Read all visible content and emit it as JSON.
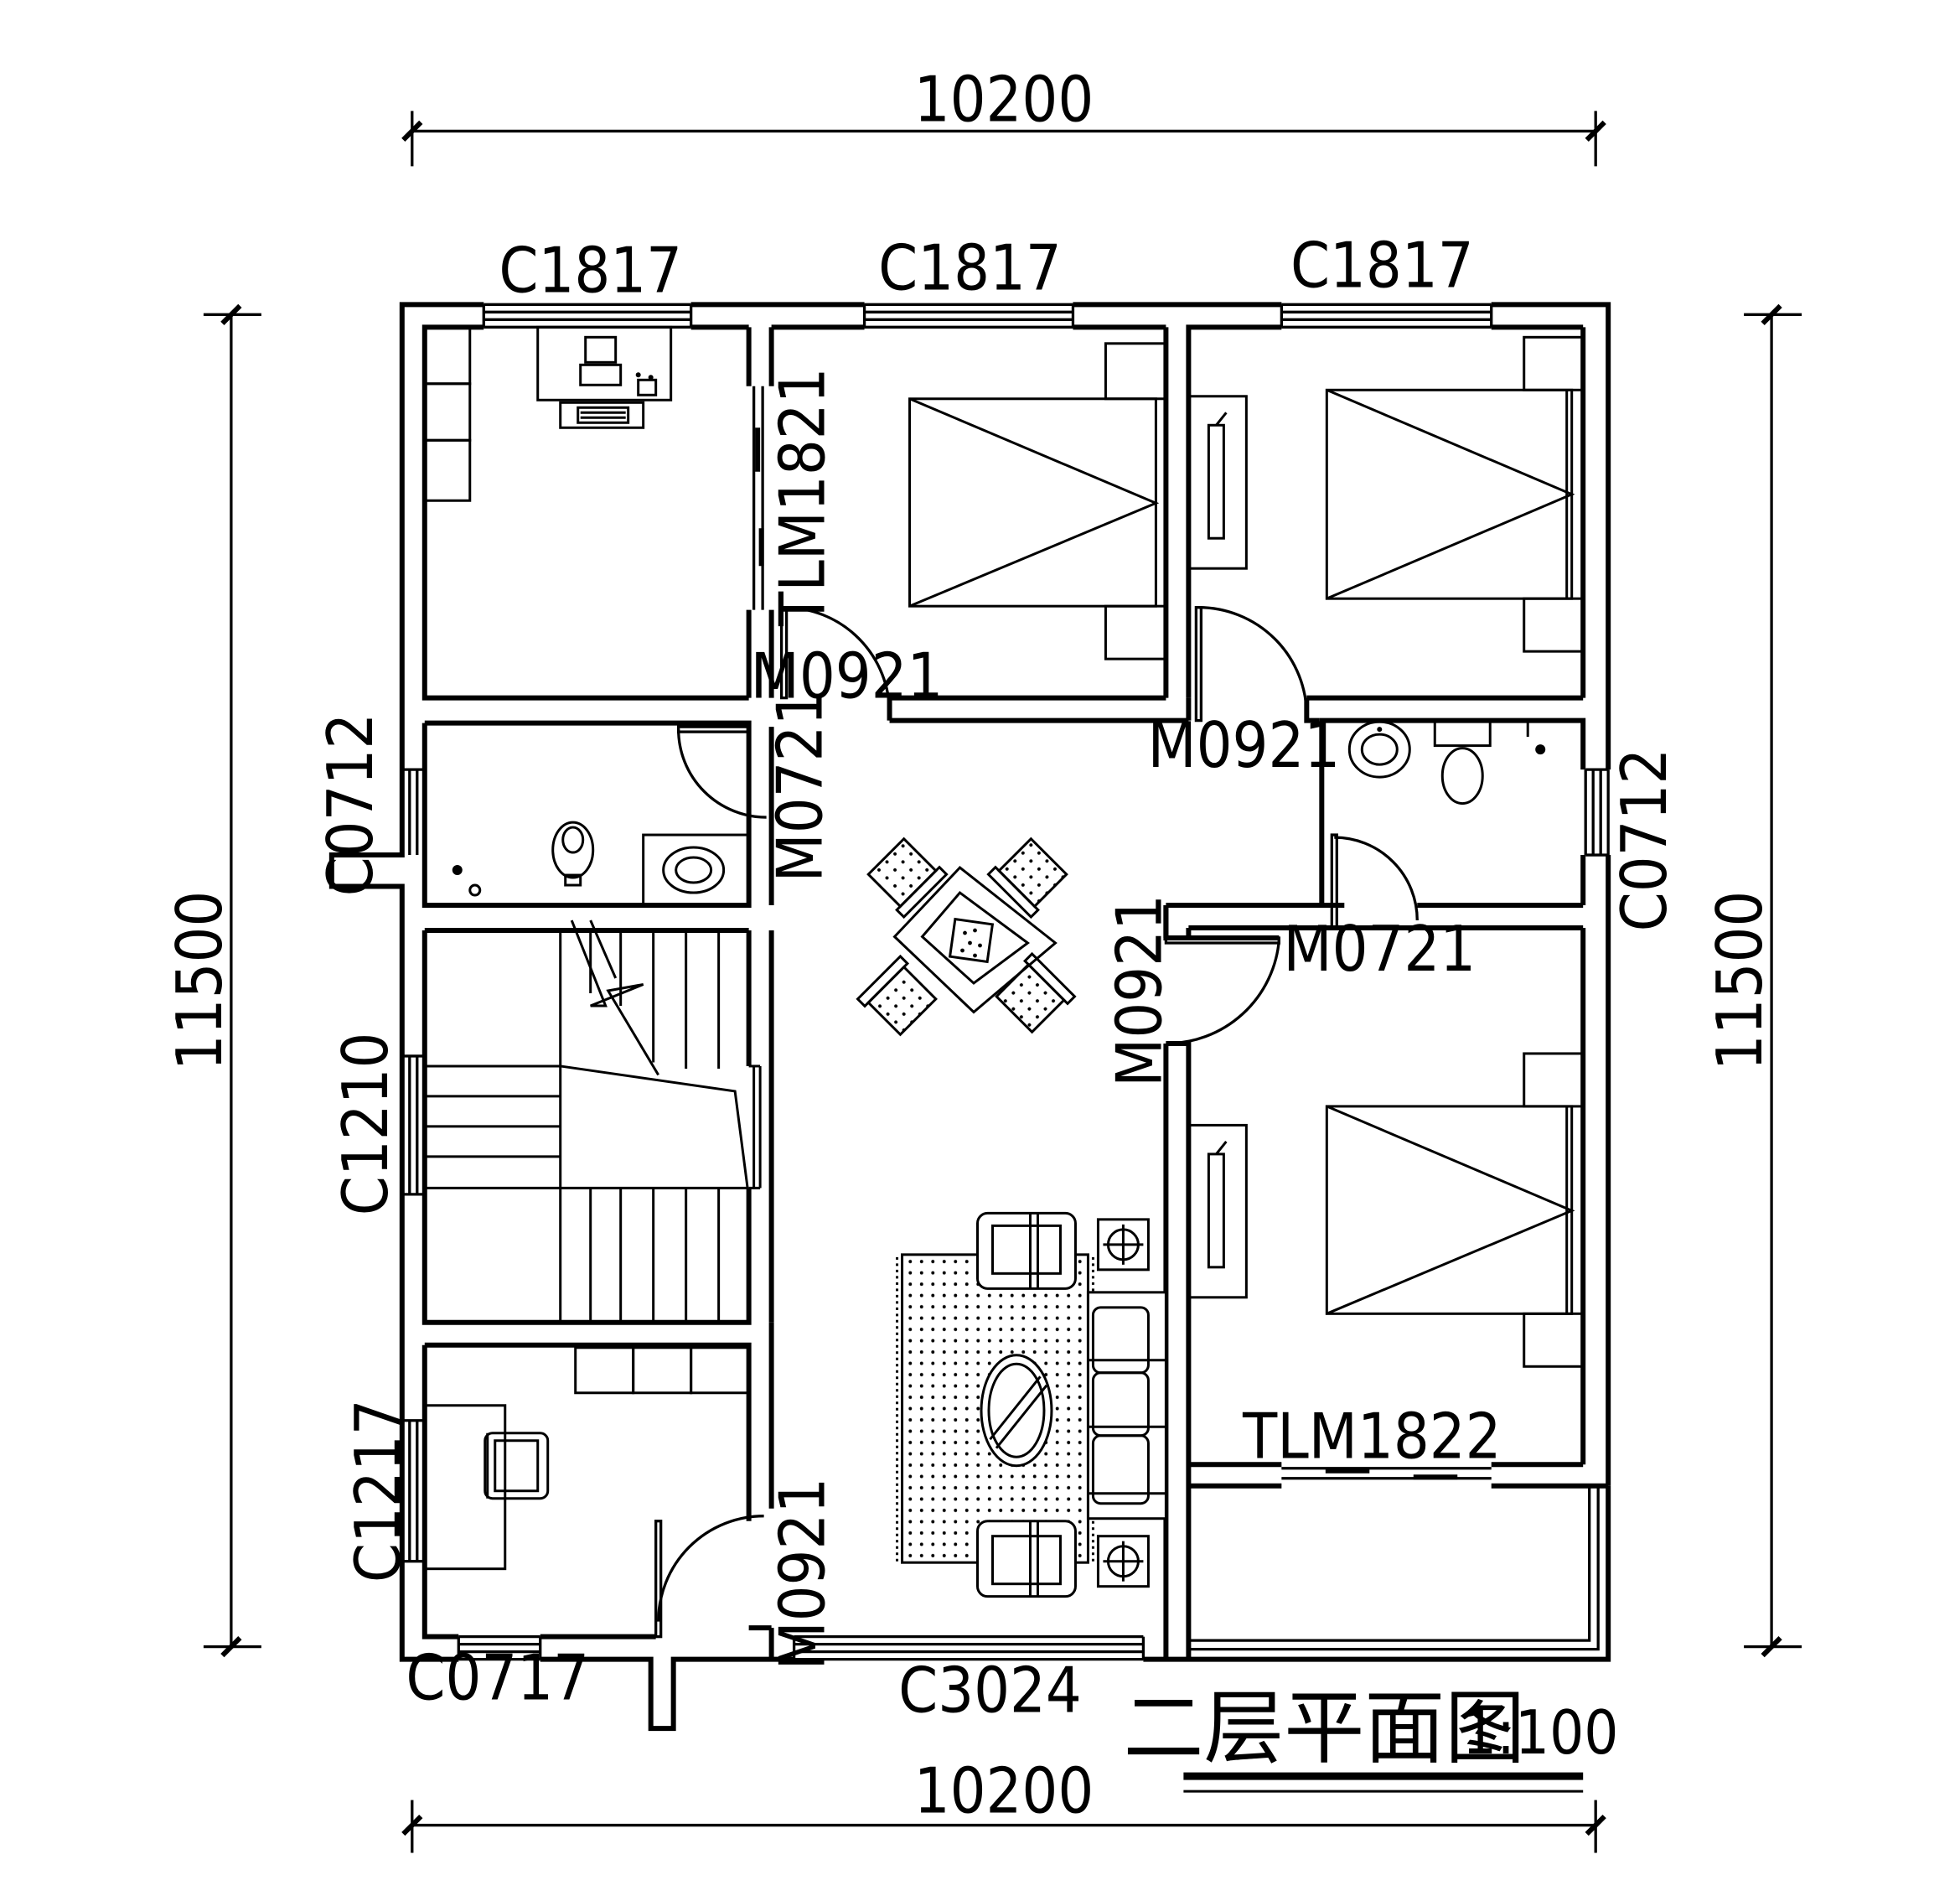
{
  "drawing": {
    "title": "二层平面图",
    "scale": "1:100"
  },
  "dimensions": {
    "top": "10200",
    "bottom": "10200",
    "left": "11500",
    "right": "11500"
  },
  "windows": {
    "top_left": "C1817",
    "top_middle": "C1817",
    "top_right": "C1817",
    "left_bath": "C0712",
    "right_bath": "C0712",
    "left_stair": "C1210",
    "left_study": "C1217",
    "bottom_left": "C0717",
    "bottom_middle": "C3024"
  },
  "doors": {
    "sliding_top": "TLM1821",
    "sliding_bottom": "TLM1822",
    "bedroom_1": "M0921",
    "bedroom_2": "M0921",
    "bedroom_3": "M0921",
    "study": "M0921",
    "bath_left": "M0721",
    "bath_right": "M0721"
  },
  "colors": {
    "line": "#000000",
    "background": "#ffffff"
  }
}
